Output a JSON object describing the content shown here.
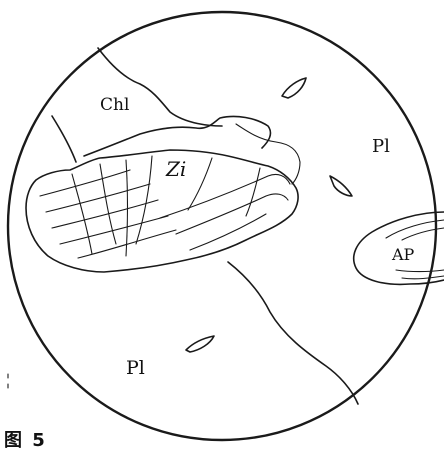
{
  "labels": {
    "chl": "Chl",
    "zi": "Zi",
    "pl_upper": "Pl",
    "pl_lower": "Pl",
    "ap": "AP"
  },
  "caption": "图 5"
}
